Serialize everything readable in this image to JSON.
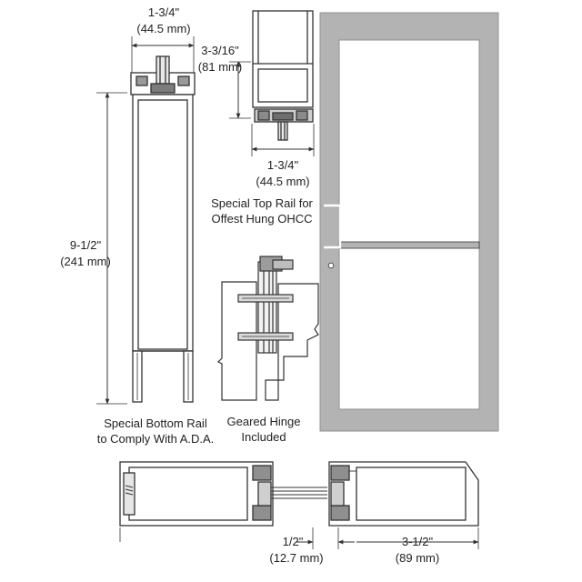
{
  "bottom_rail": {
    "width_in": "1-3/4\"",
    "width_mm": "(44.5 mm)",
    "height_in": "9-1/2\"",
    "height_mm": "(241 mm)",
    "caption_line1": "Special Bottom Rail",
    "caption_line2": "to Comply With A.D.A."
  },
  "top_rail": {
    "height_in": "3-3/16\"",
    "height_mm": "(81 mm)",
    "width_in": "1-3/4\"",
    "width_mm": "(44.5 mm)",
    "caption_line1": "Special Top Rail for",
    "caption_line2": "Offest Hung OHCC"
  },
  "hinge": {
    "caption_line1": "Geared Hinge",
    "caption_line2": "Included"
  },
  "stiles": {
    "gap_in": "1/2\"",
    "gap_mm": "(12.7 mm)",
    "stile_in": "3-1/2\"",
    "stile_mm": "(89 mm)"
  },
  "colors": {
    "door_fill": "#b3b3b3",
    "door_edge": "#8f8f8f",
    "glass": "#ffffff",
    "line": "#333333"
  }
}
